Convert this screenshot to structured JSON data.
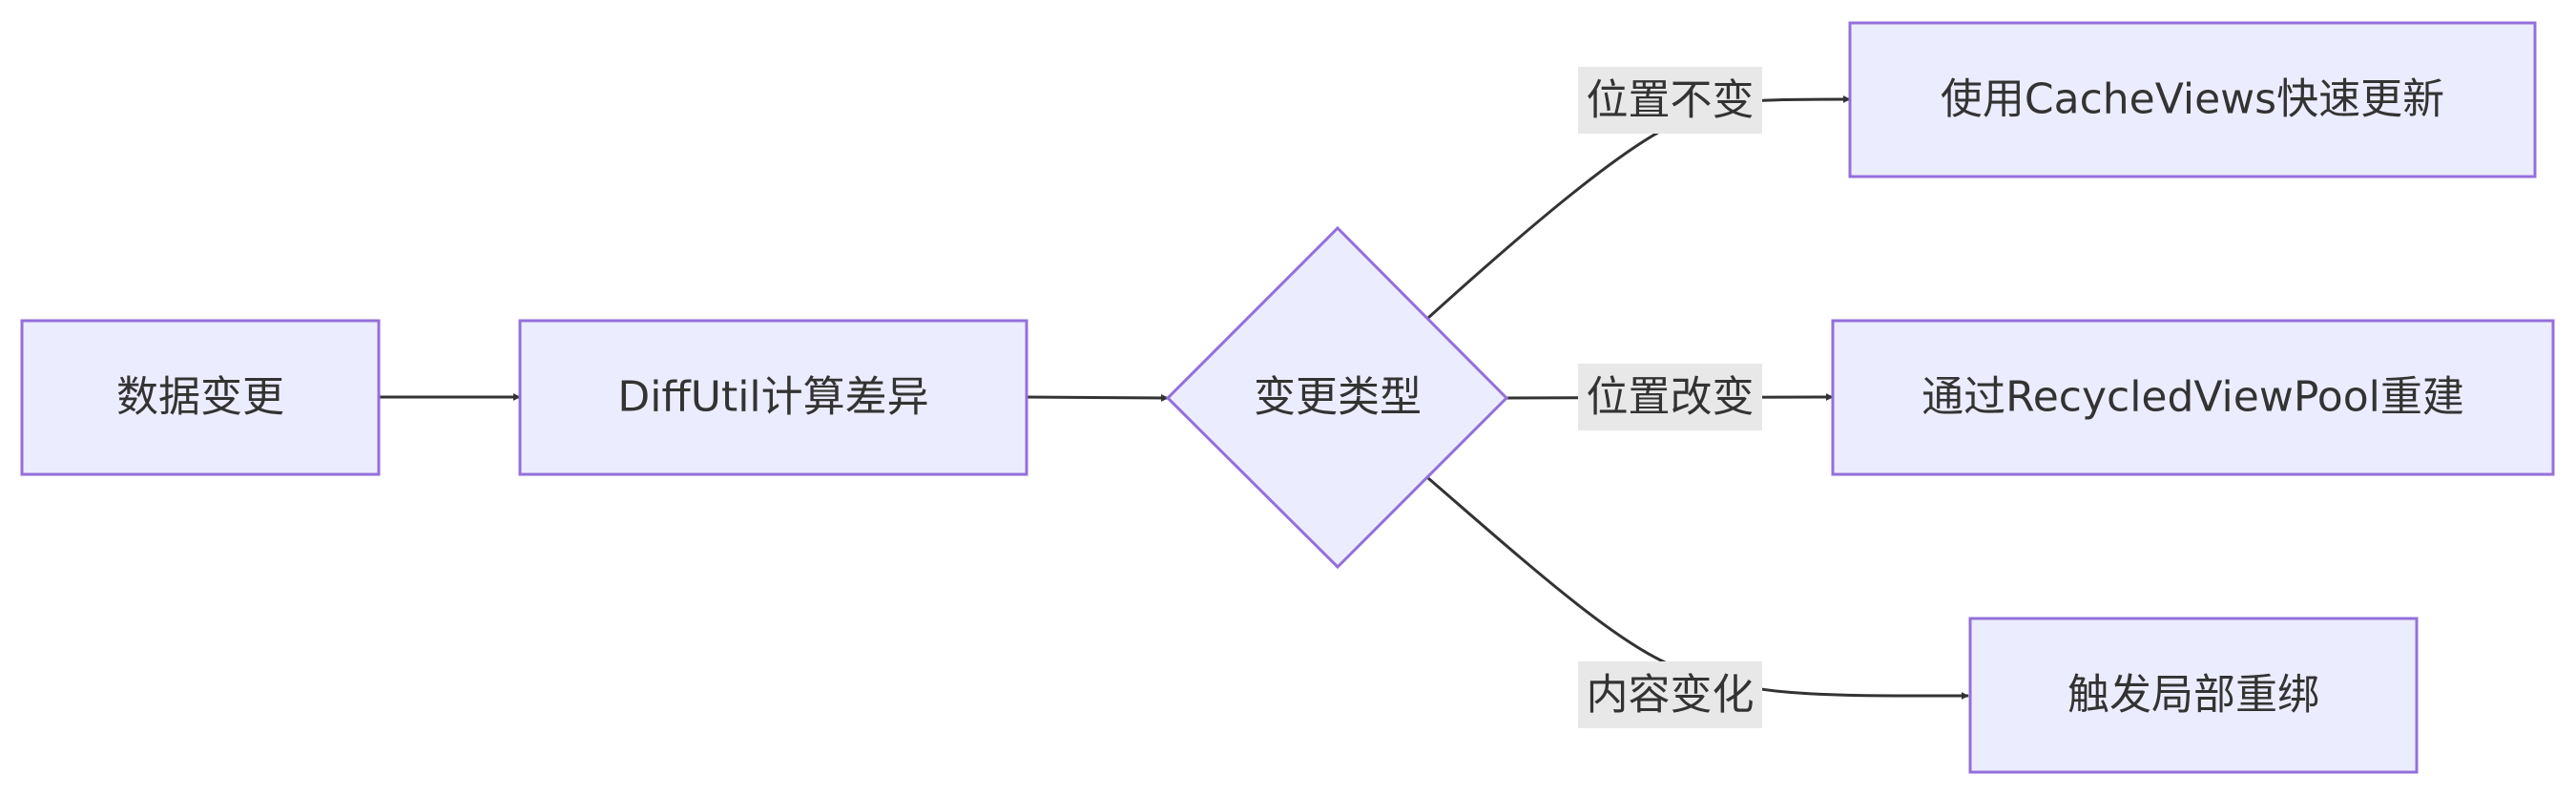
{
  "diagram": {
    "type": "flowchart",
    "direction": "LR",
    "colors": {
      "node_fill": "#ececff",
      "node_stroke": "#9370db",
      "edge": "#333333",
      "label_bg": "#e8e8e8",
      "text": "#333333"
    },
    "nodes": {
      "data_change": {
        "label": "数据变更",
        "shape": "rect"
      },
      "diffutil": {
        "label": "DiffUtil计算差异",
        "shape": "rect"
      },
      "change_type": {
        "label": "变更类型",
        "shape": "diamond"
      },
      "cacheviews": {
        "label": "使用CacheViews快速更新",
        "shape": "rect"
      },
      "recycled_pool": {
        "label": "通过RecycledViewPool重建",
        "shape": "rect"
      },
      "partial_rebind": {
        "label": "触发局部重绑",
        "shape": "rect"
      }
    },
    "edges": {
      "e1": {
        "from": "data_change",
        "to": "diffutil",
        "label": ""
      },
      "e2": {
        "from": "diffutil",
        "to": "change_type",
        "label": ""
      },
      "e3": {
        "from": "change_type",
        "to": "cacheviews",
        "label": "位置不变"
      },
      "e4": {
        "from": "change_type",
        "to": "recycled_pool",
        "label": "位置改变"
      },
      "e5": {
        "from": "change_type",
        "to": "partial_rebind",
        "label": "内容变化"
      }
    }
  }
}
